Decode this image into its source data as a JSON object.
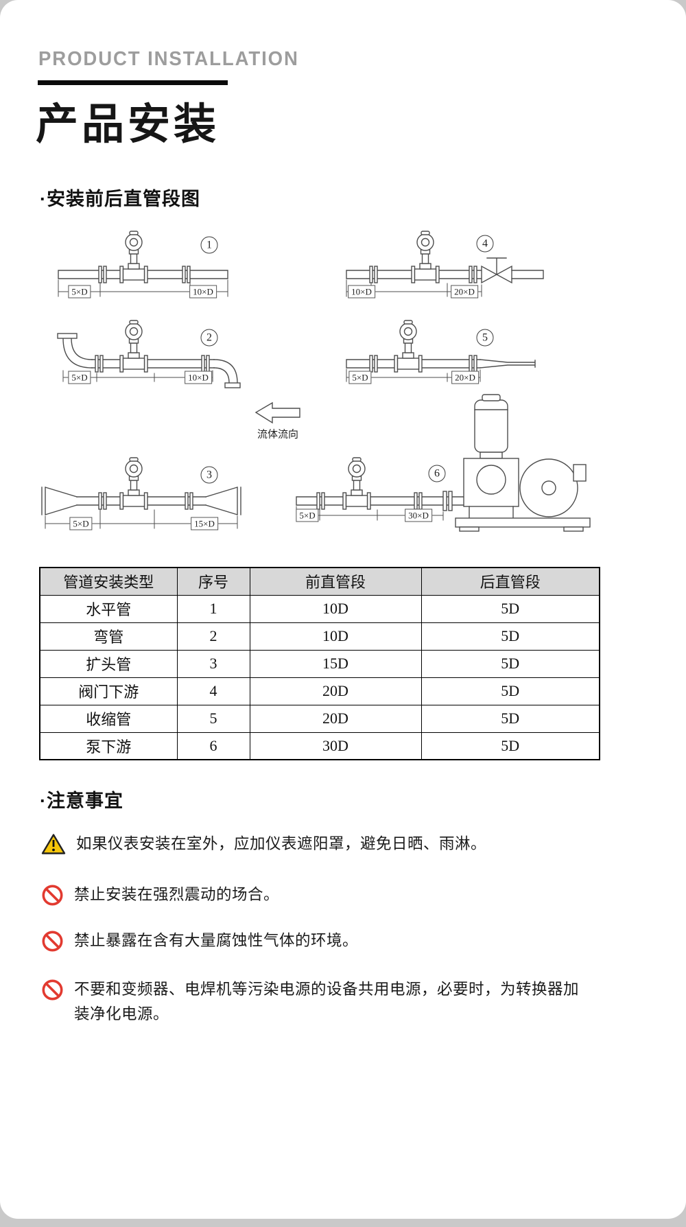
{
  "page": {
    "eyebrow": "PRODUCT INSTALLATION",
    "title": "产品安装"
  },
  "diagram_section": {
    "heading": "·安装前后直管段图",
    "flow_label": "流体流向",
    "diagrams": {
      "d1": {
        "num": "1",
        "left": "5×D",
        "right": "10×D"
      },
      "d2": {
        "num": "2",
        "left": "5×D",
        "right": "10×D"
      },
      "d3": {
        "num": "3",
        "left": "5×D",
        "right": "15×D"
      },
      "d4": {
        "num": "4",
        "left": "10×D",
        "right": "20×D"
      },
      "d5": {
        "num": "5",
        "left": "5×D",
        "right": "20×D"
      },
      "d6": {
        "num": "6",
        "left": "5×D",
        "right": "30×D"
      }
    }
  },
  "table": {
    "headers": [
      "管道安装类型",
      "序号",
      "前直管段",
      "后直管段"
    ],
    "rows": [
      [
        "水平管",
        "1",
        "10D",
        "5D"
      ],
      [
        "弯管",
        "2",
        "10D",
        "5D"
      ],
      [
        "扩头管",
        "3",
        "15D",
        "5D"
      ],
      [
        "阀门下游",
        "4",
        "20D",
        "5D"
      ],
      [
        "收缩管",
        "5",
        "20D",
        "5D"
      ],
      [
        "泵下游",
        "6",
        "30D",
        "5D"
      ]
    ]
  },
  "notes_section": {
    "heading": "·注意事宜",
    "items": [
      {
        "icon": "warning-triangle-icon",
        "text": "如果仪表安装在室外，应加仪表遮阳罩，避免日晒、雨淋。"
      },
      {
        "icon": "prohibited-icon",
        "text": "禁止安装在强烈震动的场合。"
      },
      {
        "icon": "prohibited-icon",
        "text": "禁止暴露在含有大量腐蚀性气体的环境。"
      },
      {
        "icon": "prohibited-icon",
        "text": "不要和变频器、电焊机等污染电源的设备共用电源，必要时，为转换器加装净化电源。"
      }
    ]
  },
  "colors": {
    "warning_yellow": "#f6c60a",
    "prohibit_red": "#e23a30",
    "table_header_bg": "#d8d8d8"
  }
}
